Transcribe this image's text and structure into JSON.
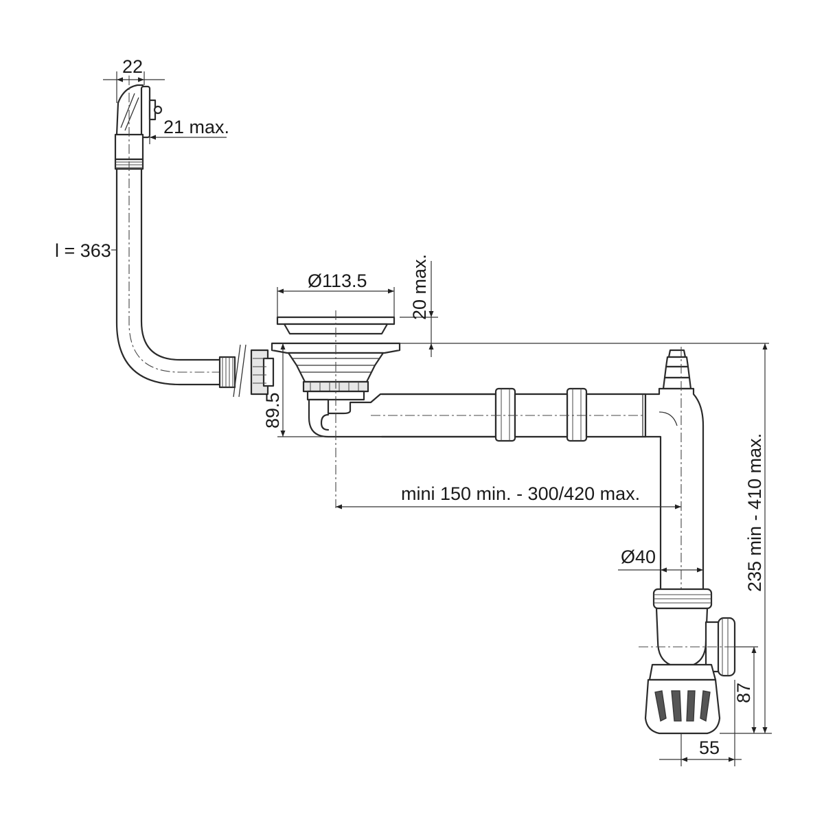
{
  "diagram": {
    "colors": {
      "ink": "#2a2a2a",
      "paper": "#ffffff"
    },
    "labels": {
      "overflow_width": "22",
      "overflow_depth": "21 max.",
      "hose_length": "l = 363",
      "strainer_diameter": "Ø113.5",
      "strainer_height": "20 max.",
      "strainer_depth": "89.5",
      "arm_length": "mini 150 min. - 300/420 max.",
      "pipe_diameter": "Ø40",
      "total_height": "235 min - 410 max.",
      "trap_outlet_height": "87",
      "trap_offset": "55"
    }
  }
}
